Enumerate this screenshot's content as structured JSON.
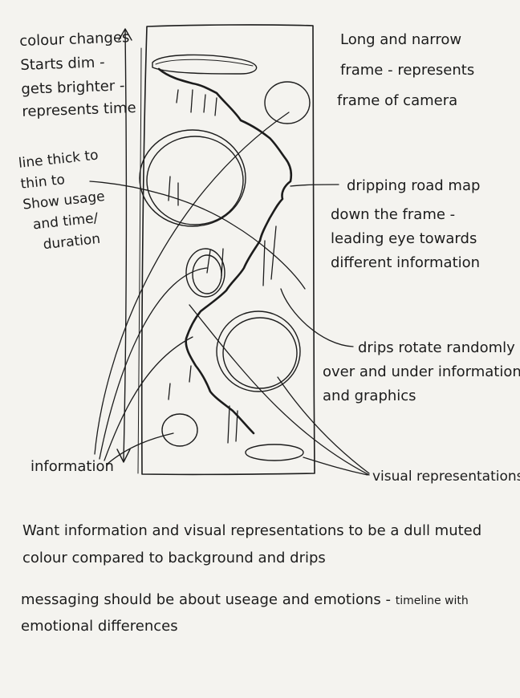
{
  "annotations": {
    "colour_changes": [
      "colour changes",
      "Starts dim -",
      "gets brighter -",
      "represents time"
    ],
    "line_thickness": [
      "line thick to",
      "thin to",
      "Show usage",
      "and time/",
      "duration"
    ],
    "frame": [
      "Long and narrow",
      "frame - represents",
      "frame of camera"
    ],
    "road_map": [
      "dripping road map",
      "down the frame -",
      "leading eye towards",
      "different information"
    ],
    "drips_rotate": [
      "drips rotate randomly",
      "over and under information",
      "and graphics"
    ],
    "information": "information",
    "visual_representations": "visual representations"
  },
  "notes": {
    "muted_colour": [
      "Want information and visual representations to be a dull muted",
      "colour compared to background and drips"
    ],
    "messaging": [
      "messaging should be about useage and emotions -",
      "timeline with",
      "emotional differences"
    ]
  },
  "colors": {
    "paper": "#f4f3ef",
    "ink": "#1c1c1c"
  }
}
